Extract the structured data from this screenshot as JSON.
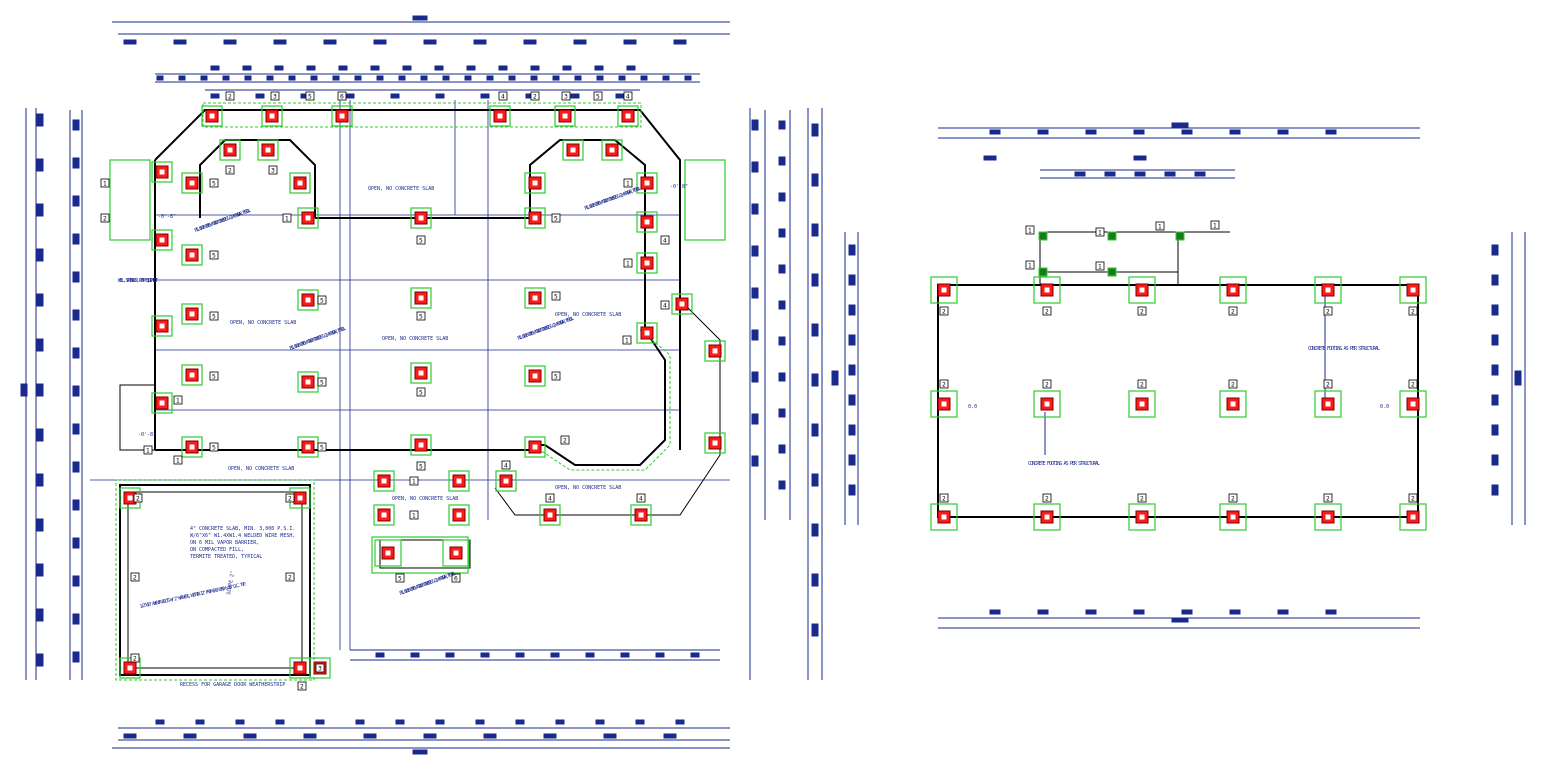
{
  "drawing": {
    "left_plan": {
      "notes": [
        "OPEN, NO CONCRETE SLAB",
        "OPEN, NO CONCRETE SLAB",
        "OPEN, NO CONCRETE SLAB",
        "OPEN, NO CONCRETE SLAB",
        "OPEN, NO CONCRETE SLAB",
        "OPEN, NO CONCRETE SLAB",
        "OPEN, NO CONCRETE SLAB"
      ],
      "fill_block_notes": [
        "FILL BLOCK CORE W/ GROUT CONCRETE & (1) #5 REBAR, TYPICAL",
        "FILL BLOCK CORE W/ GROUT CONCRETE & (1) #5 REBAR, TYPICAL",
        "FILL BLOCK CORE W/ GROUT CONCRETE & (1) #5 REBAR, TYPICAL",
        "FILL BLOCK CORE W/ GROUT CONCRETE & (1) #5 REBAR, TYPICAL",
        "FILL BLOCK CORE W/ GROUT CONCRETE & (1) #5 REBAR, TYPICAL"
      ],
      "garage_notes": [
        "4\" CONCRETE SLAB, MIN. 3,000 P.S.I.",
        "W/6\"X6\" W1.4XW1.4 WELDED WIRE MESH,",
        "ON 6 MIL VAPOR BARRIER,",
        "ON COMPACTED FILL,",
        "TERMITE TREATED, TYPICAL"
      ],
      "anchor_note": "1/2\"X10\" ANCHOR BOLTS W/ 2\" WASHERS, WITHIN 12\" FROM EACH END & 36\" O.C. TYP.",
      "slope_note": "SLOPE 2\"",
      "recess_note": "RECESS FOR GARAGE DOOR WEATHERSTRIP",
      "well_note": "WELL, SPRINKLER, PUMP EQUIPMENT",
      "level_marks": [
        "-0'-8\"",
        "-0'-8\"",
        "-0'-8\""
      ]
    },
    "right_plan": {
      "notes": [
        "CONCRETE FOOTING AS PER STRUCTURAL",
        "CONCRETE FOOTING AS PER STRUCTURAL"
      ],
      "level_marks": [
        "0.0",
        "0.0"
      ]
    },
    "colors": {
      "dimension": "#1a2a8c",
      "wall": "#000000",
      "footing": "#2ecc2e",
      "pier": "#ff1a1a"
    }
  }
}
